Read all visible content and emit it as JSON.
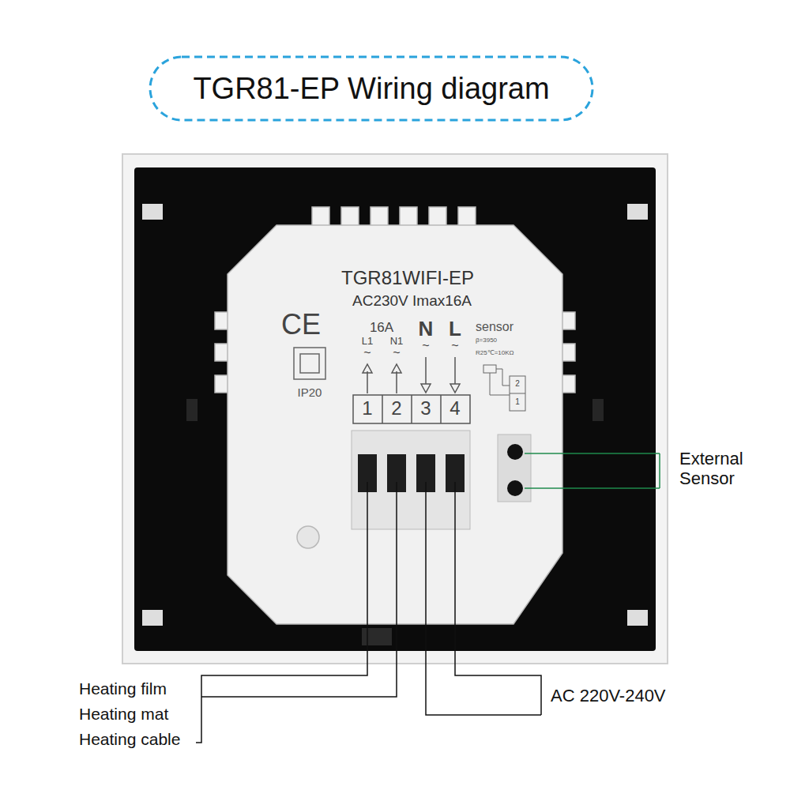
{
  "diagram": {
    "title": "TGR81-EP Wiring diagram",
    "labels": [
      "TGR81WIFI-EP",
      "AC230V Imax16A",
      "CE",
      "IP20",
      "16A",
      "L1",
      "N1",
      "N",
      "L",
      "~",
      "~",
      "~",
      "~",
      "sensor",
      "β=3950",
      "R25℃=10KΩ",
      "1",
      "2",
      "1",
      "2",
      "3",
      "4",
      "External Sensor",
      "Heating film",
      "Heating mat",
      "Heating cable",
      "AC 220V-240V"
    ]
  }
}
